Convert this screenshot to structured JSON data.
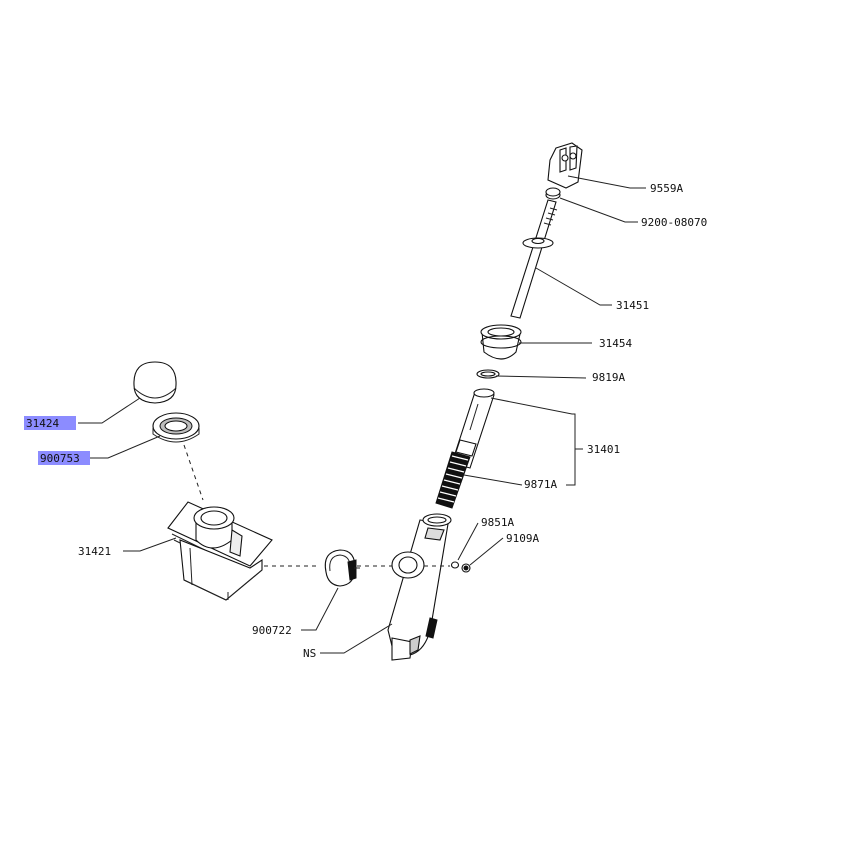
{
  "labels": {
    "p9559a": "9559A",
    "p9200_08070": "9200-08070",
    "p31451": "31451",
    "p31454": "31454",
    "p9819a": "9819A",
    "p31401": "31401",
    "p9871a": "9871A",
    "p9851a": "9851A",
    "p9109a": "9109A",
    "p31424": "31424",
    "p900753": "900753",
    "p31421": "31421",
    "p900722": "900722",
    "pNS": "NS"
  },
  "highlight_color": "#8c8cff",
  "highlighted_parts": [
    "31424",
    "900753"
  ]
}
